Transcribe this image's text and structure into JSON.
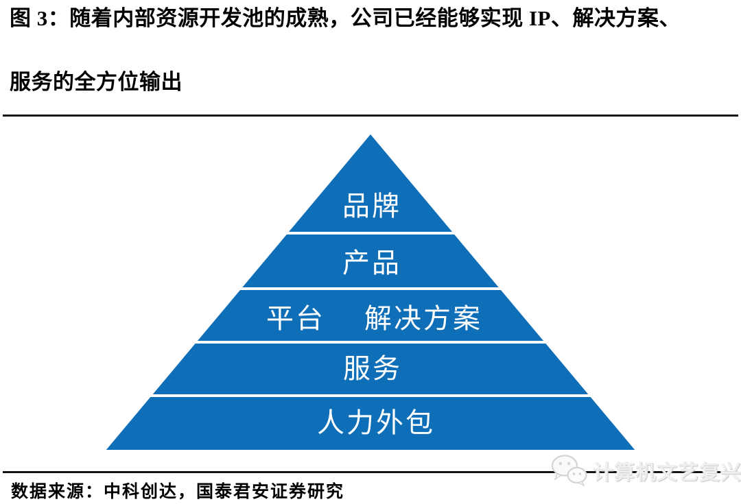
{
  "header": {
    "title_line1": "图 3：随着内部资源开发池的成熟，公司已经能够实现 IP、解决方案、",
    "title_line2": "服务的全方位输出"
  },
  "pyramid": {
    "fill_color": "#0e6eb8",
    "text_color": "#ffffff",
    "levels": [
      {
        "label": "品牌"
      },
      {
        "label": "产品"
      },
      {
        "label": "平台",
        "label_right": "解决方案"
      },
      {
        "label": "服务"
      },
      {
        "label": "人力外包"
      }
    ]
  },
  "chart_data": {
    "type": "pyramid",
    "levels_top_to_bottom": [
      "品牌",
      "产品",
      "平台　解决方案",
      "服务",
      "人力外包"
    ],
    "layers_count": 5,
    "fill_color": "#0e6eb8"
  },
  "footer": {
    "source": "数据来源：中科创达，国泰君安证券研究"
  },
  "watermark": {
    "text": "计算机文艺复兴",
    "icon": "wechat-icon"
  },
  "colors": {
    "pyramid_blue": "#0e6eb8",
    "rule_black": "#131313",
    "watermark_gray": "#e6e6e6"
  }
}
